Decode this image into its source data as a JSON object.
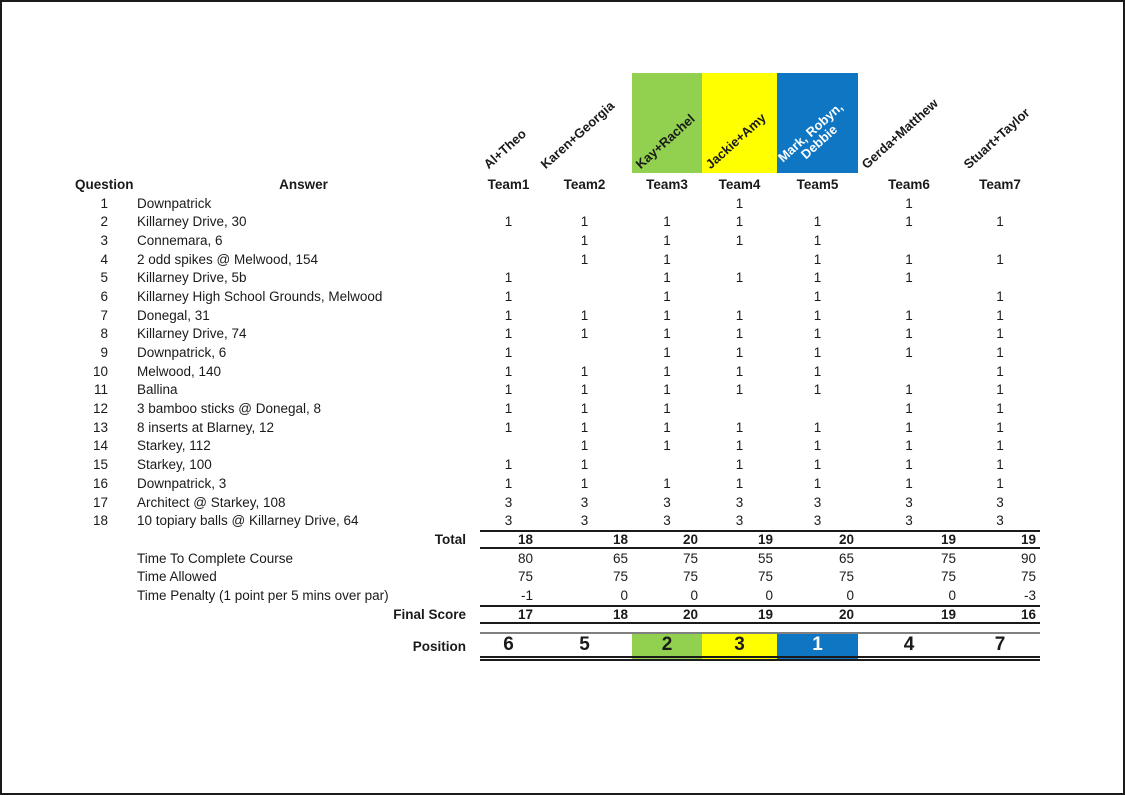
{
  "page": {
    "background": "#ffffff",
    "frame_color": "#1a1a1a"
  },
  "headers": {
    "question": "Question",
    "answer": "Answer"
  },
  "teams": [
    {
      "label": "Team1",
      "name": "Al+Theo",
      "name_lines": [
        "Al+Theo"
      ],
      "color": "",
      "text_color": "#1a1a1a"
    },
    {
      "label": "Team2",
      "name": "Karen+Georgia",
      "name_lines": [
        "Karen+Georgia"
      ],
      "color": "",
      "text_color": "#1a1a1a"
    },
    {
      "label": "Team3",
      "name": "Kay+Rachel",
      "name_lines": [
        "Kay+Rachel"
      ],
      "color": "#92d050",
      "text_color": "#1a1a1a"
    },
    {
      "label": "Team4",
      "name": "Jackie+Amy",
      "name_lines": [
        "Jackie+Amy"
      ],
      "color": "#ffff00",
      "text_color": "#1a1a1a"
    },
    {
      "label": "Team5",
      "name": "Mark, Robyn, Debbie",
      "name_lines": [
        "Mark, Robyn,",
        "Debbie"
      ],
      "color": "#0f76c4",
      "text_color": "#ffffff"
    },
    {
      "label": "Team6",
      "name": "Gerda+Matthew",
      "name_lines": [
        "Gerda+Matthew"
      ],
      "color": "",
      "text_color": "#1a1a1a"
    },
    {
      "label": "Team7",
      "name": "Stuart+Taylor",
      "name_lines": [
        "Stuart+Taylor"
      ],
      "color": "",
      "text_color": "#1a1a1a"
    }
  ],
  "questions": [
    {
      "num": "1",
      "answer": "Downpatrick",
      "scores": [
        "",
        "",
        "",
        "1",
        "",
        "1",
        ""
      ]
    },
    {
      "num": "2",
      "answer": "Killarney Drive, 30",
      "scores": [
        "1",
        "1",
        "1",
        "1",
        "1",
        "1",
        "1"
      ]
    },
    {
      "num": "3",
      "answer": "Connemara, 6",
      "scores": [
        "",
        "1",
        "1",
        "1",
        "1",
        "",
        ""
      ]
    },
    {
      "num": "4",
      "answer": "2 odd spikes @ Melwood, 154",
      "scores": [
        "",
        "1",
        "1",
        "",
        "1",
        "1",
        "1"
      ]
    },
    {
      "num": "5",
      "answer": "Killarney Drive, 5b",
      "scores": [
        "1",
        "",
        "1",
        "1",
        "1",
        "1",
        ""
      ]
    },
    {
      "num": "6",
      "answer": "Killarney High School Grounds, Melwood",
      "scores": [
        "1",
        "",
        "1",
        "",
        "1",
        "",
        "1"
      ]
    },
    {
      "num": "7",
      "answer": "Donegal, 31",
      "scores": [
        "1",
        "1",
        "1",
        "1",
        "1",
        "1",
        "1"
      ]
    },
    {
      "num": "8",
      "answer": "Killarney Drive, 74",
      "scores": [
        "1",
        "1",
        "1",
        "1",
        "1",
        "1",
        "1"
      ]
    },
    {
      "num": "9",
      "answer": "Downpatrick, 6",
      "scores": [
        "1",
        "",
        "1",
        "1",
        "1",
        "1",
        "1"
      ]
    },
    {
      "num": "10",
      "answer": "Melwood, 140",
      "scores": [
        "1",
        "1",
        "1",
        "1",
        "1",
        "",
        "1"
      ]
    },
    {
      "num": "11",
      "answer": "Ballina",
      "scores": [
        "1",
        "1",
        "1",
        "1",
        "1",
        "1",
        "1"
      ]
    },
    {
      "num": "12",
      "answer": "3 bamboo sticks @ Donegal, 8",
      "scores": [
        "1",
        "1",
        "1",
        "",
        "",
        "1",
        "1"
      ]
    },
    {
      "num": "13",
      "answer": "8 inserts at Blarney, 12",
      "scores": [
        "1",
        "1",
        "1",
        "1",
        "1",
        "1",
        "1"
      ]
    },
    {
      "num": "14",
      "answer": "Starkey, 112",
      "scores": [
        "",
        "1",
        "1",
        "1",
        "1",
        "1",
        "1"
      ]
    },
    {
      "num": "15",
      "answer": "Starkey, 100",
      "scores": [
        "1",
        "1",
        "",
        "1",
        "1",
        "1",
        "1"
      ]
    },
    {
      "num": "16",
      "answer": "Downpatrick, 3",
      "scores": [
        "1",
        "1",
        "1",
        "1",
        "1",
        "1",
        "1"
      ]
    },
    {
      "num": "17",
      "answer": "Architect @ Starkey, 108",
      "scores": [
        "3",
        "3",
        "3",
        "3",
        "3",
        "3",
        "3"
      ]
    },
    {
      "num": "18",
      "answer": "10 topiary balls @ Killarney Drive, 64",
      "scores": [
        "3",
        "3",
        "3",
        "3",
        "3",
        "3",
        "3"
      ]
    }
  ],
  "summary": [
    {
      "key": "total",
      "label": "Total",
      "bold": true,
      "label_align": "right",
      "lines": true,
      "values": [
        "18",
        "18",
        "20",
        "19",
        "20",
        "19",
        "19"
      ]
    },
    {
      "key": "time-to-complete",
      "label": "Time To Complete Course",
      "bold": false,
      "label_align": "left",
      "lines": false,
      "values": [
        "80",
        "65",
        "75",
        "55",
        "65",
        "75",
        "90"
      ]
    },
    {
      "key": "time-allowed",
      "label": "Time Allowed",
      "bold": false,
      "label_align": "left",
      "lines": false,
      "values": [
        "75",
        "75",
        "75",
        "75",
        "75",
        "75",
        "75"
      ]
    },
    {
      "key": "time-penalty",
      "label": "Time Penalty (1 point per 5 mins over par)",
      "bold": false,
      "label_align": "left",
      "lines": false,
      "values": [
        "-1",
        "0",
        "0",
        "0",
        "0",
        "0",
        "-3"
      ]
    },
    {
      "key": "final-score",
      "label": "Final Score",
      "bold": true,
      "label_align": "right",
      "lines": true,
      "values": [
        "17",
        "18",
        "20",
        "19",
        "20",
        "19",
        "16"
      ]
    }
  ],
  "position": {
    "label": "Position",
    "values": [
      "6",
      "5",
      "2",
      "3",
      "1",
      "4",
      "7"
    ]
  }
}
